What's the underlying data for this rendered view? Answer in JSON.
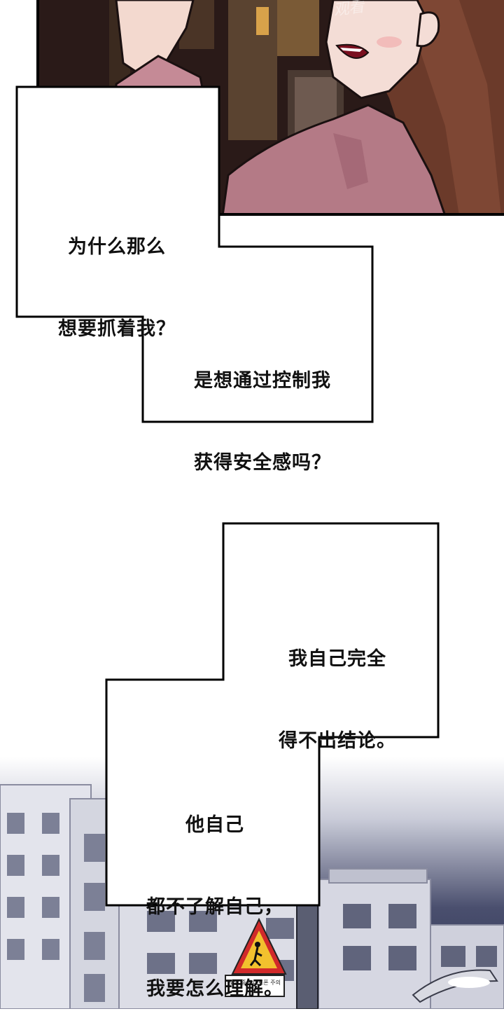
{
  "watermark": "观看",
  "captions": {
    "c1_line1": "为什么那么",
    "c1_line2": "想要抓着我？",
    "c2_line1": "是想通过控制我",
    "c2_line2": "获得安全感吗？",
    "c3_line1": "我自己完全",
    "c3_line2": "得不出结论。",
    "c4_line1": "他自己",
    "c4_line2": "都不了解自己，",
    "c4_line3": "我要怎么理解。"
  },
  "street_sign": "보행 중 스마트폰 주의",
  "colors": {
    "panel_bg": "#2a1a1a",
    "jacket": "#b47a86",
    "hair": "#6b3a2a",
    "sky_top": "#e9e9ef",
    "sky_bottom": "#2e3552",
    "building": "#dadbe4",
    "sign_yellow": "#f2c12e",
    "sign_red": "#d12a2a"
  }
}
